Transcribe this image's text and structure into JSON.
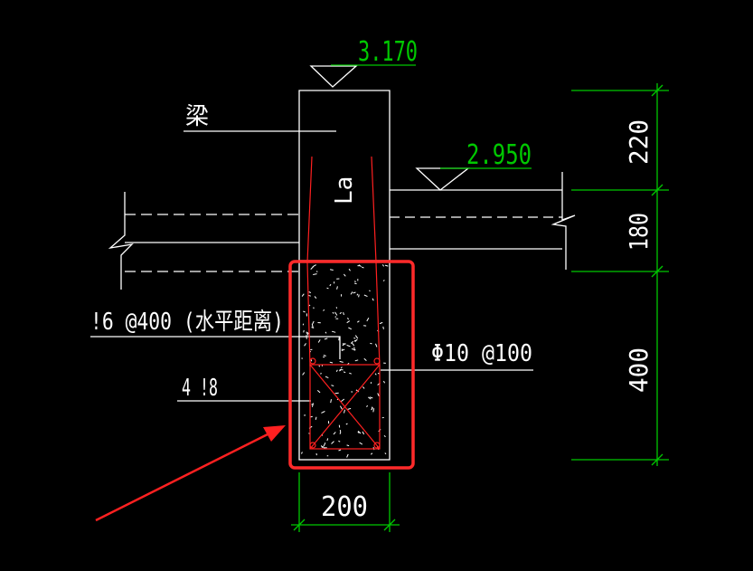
{
  "labels": {
    "elev_top": "3.170",
    "elev_slab": "2.950",
    "beam": "梁",
    "anchor": "La",
    "rebar_spacing": "!6 @400 (水平距离)",
    "rebar_count": "4 !8",
    "stirrup": "Φ10 @100",
    "width": "200",
    "dim_top": "220",
    "dim_mid": "180",
    "dim_bottom": "400"
  },
  "colors": {
    "background": "#000000",
    "line": "#ffffff",
    "dimension": "#00c800",
    "rebar": "#ff2020",
    "highlight": "#ff2a2a",
    "arrow": "#ff2020"
  }
}
